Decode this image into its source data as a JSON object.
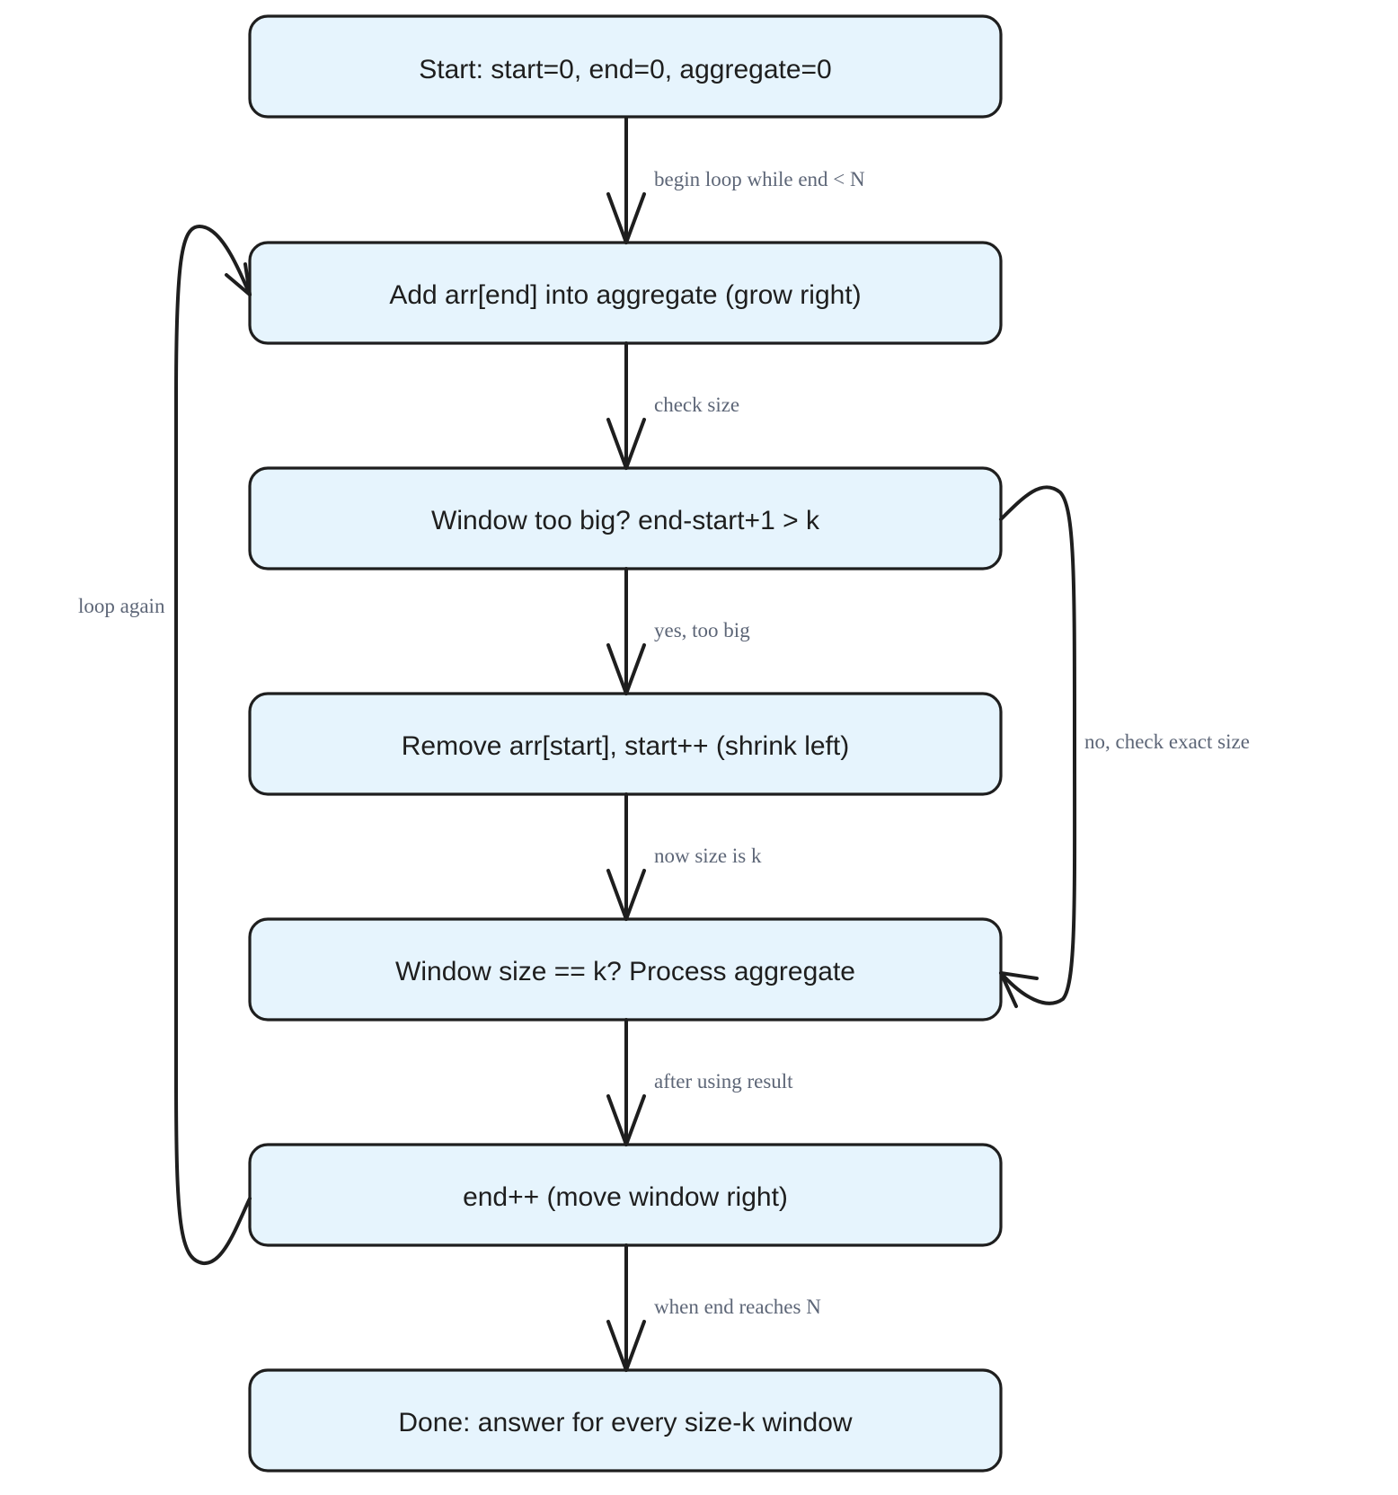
{
  "nodes": {
    "start": "Start: start=0, end=0, aggregate=0",
    "add": "Add arr[end] into aggregate (grow right)",
    "too_big": "Window too big? end-start+1 > k",
    "remove": "Remove arr[start], start++ (shrink left)",
    "size_k": "Window size == k? Process aggregate",
    "advance": "end++ (move window right)",
    "done": "Done: answer for every size-k window"
  },
  "edges": {
    "begin_loop": "begin loop while end < N",
    "check_size": "check size",
    "yes_too_big": "yes, too big",
    "now_size_k": "now size is k",
    "after_result": "after using result",
    "end_reaches": "when end reaches N",
    "no_check_exact": "no, check exact size",
    "loop_again": "loop again"
  },
  "colors": {
    "node_fill": "#e6f4fd",
    "stroke": "#1e1e1e",
    "label": "#5d6677"
  }
}
